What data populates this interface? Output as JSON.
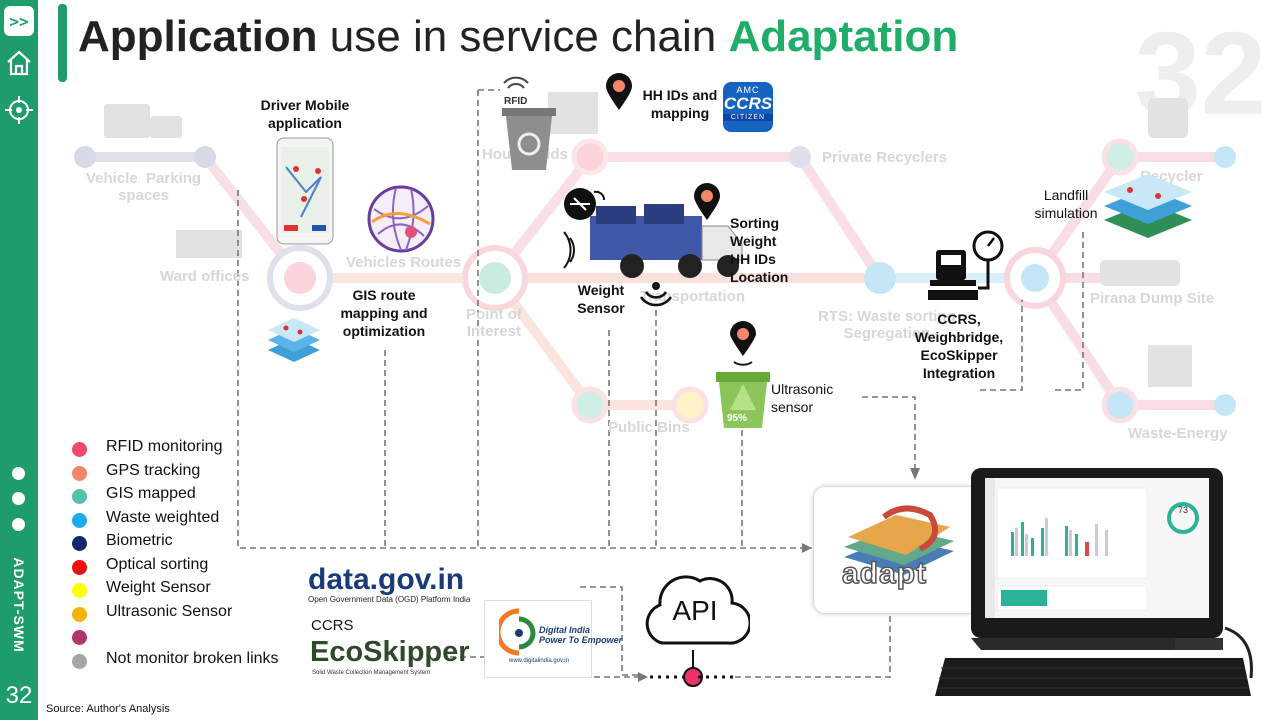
{
  "title": {
    "part1": "Application",
    "part2": " use in service chain ",
    "part3": "Adaptation"
  },
  "background_number": "32",
  "sidebar": {
    "expand_label": ">>",
    "vertical_label": "ADAPT-SWM",
    "page_number": "32"
  },
  "faded_nodes": {
    "vehicle_parking": "Vehicle  Parking\nspaces",
    "ward_offices": "Ward offices",
    "vehicles_routes": "Vehicles Routes",
    "households": "Households",
    "point_of_interest": "Point of\nInterest",
    "transportation": "Transportation",
    "private_recyclers": "Private Recyclers",
    "rts": "RTS: Waste sorting\nSegregation",
    "public_bins": "Public Bins",
    "recycler": "Recycler",
    "pirana": "Pirana Dump Site",
    "waste_energy": "Waste-Energy"
  },
  "labels": {
    "driver_app": "Driver Mobile\napplication",
    "gis_route": "GIS route\nmapping and\noptimization",
    "rfid_icon": "RFID",
    "hh_ids": "HH IDs and\nmapping",
    "sorting": "Sorting\nWeight\nHH IDs\nLocation",
    "weight_sensor": "Weight\nSensor",
    "ultrasonic": "Ultrasonic\nsensor",
    "ultrasonic_level": "95%",
    "ccrs_integration": "CCRS,\nWeighbridge,\nEcoSkipper\nIntegration",
    "landfill": "Landfill\nsimulation",
    "api": "API",
    "ccrs_bottom": "CCRS",
    "monitor_score": "73"
  },
  "ccrs_logo": {
    "top": "AMC",
    "middle": "CCRS",
    "bottom": "CITIZEN"
  },
  "logos": {
    "datagov": "data.gov.in",
    "datagov_sub": "Open Government Data (OGD) Platform India",
    "ecoskipper": "EcoSkipper",
    "ecoskipper_sub": "Solid Waste Collection Management System",
    "digital_india": "Digital India\nPower To Empower",
    "digital_india_url": "www.digitalindia.gov.in",
    "adapt": "adapt"
  },
  "legend": [
    {
      "label": "RFID monitoring",
      "color": "#ee4c6c"
    },
    {
      "label": "GPS tracking",
      "color": "#f2876a"
    },
    {
      "label": "GIS mapped",
      "color": "#56c0a8"
    },
    {
      "label": "Waste weighted",
      "color": "#1aaaee"
    },
    {
      "label": "Biometric",
      "color": "#0f2a6a"
    },
    {
      "label": "Optical sorting",
      "color": "#ee1111"
    },
    {
      "label": "Weight Sensor",
      "color": "#ffff00"
    },
    {
      "label": "Ultrasonic Sensor",
      "color": "#f4b400"
    },
    {
      "label": "",
      "color": "#b2366e"
    },
    {
      "label": "Not monitor broken links",
      "color": "#a5a5a5"
    }
  ],
  "source": "Source: Author's Analysis",
  "colors": {
    "accent": "#1e9c6b",
    "title_green": "#1fae6a"
  }
}
